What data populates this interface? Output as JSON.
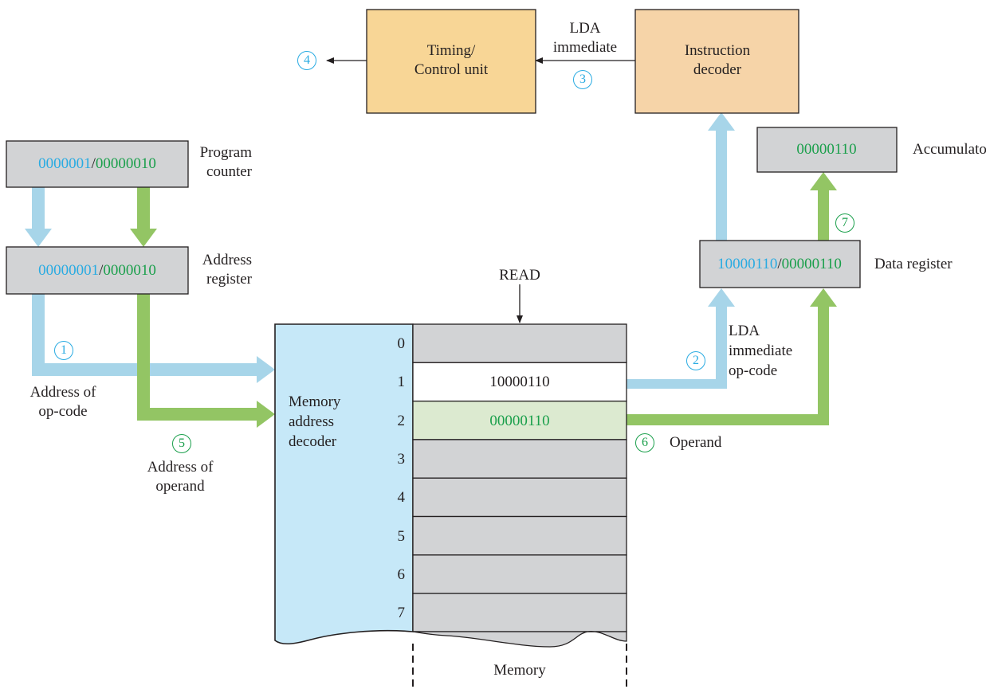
{
  "colors": {
    "blue_path": "#a7d5e9",
    "green_path": "#93c564",
    "blue_text": "#29abe2",
    "green_text": "#1a9f4b",
    "register_fill": "#d2d3d5",
    "timing_fill": "#f8d696",
    "decoder_fill": "#f6d4a8",
    "memory_decoder_fill": "#c6e8f8",
    "operand_cell_fill": "#dcead0"
  },
  "timing_unit": {
    "label": "Timing/\nControl unit"
  },
  "instruction_decoder": {
    "label": "Instruction\ndecoder"
  },
  "lda_immediate_top": "LDA\nimmediate",
  "program_counter": {
    "value_blue": "0000001",
    "separator": "/",
    "value_green": "00000010",
    "label": "Program\ncounter"
  },
  "address_register": {
    "value_blue": "00000001",
    "separator": "/",
    "value_green": "0000010",
    "label": "Address\nregister"
  },
  "accumulator": {
    "value": "00000110",
    "label": "Accumulator"
  },
  "data_register": {
    "value_blue": "10000110",
    "separator": "/",
    "value_green": "00000110",
    "label": "Data register"
  },
  "read_label": "READ",
  "memory_decoder_label": "Memory\naddress\ndecoder",
  "memory_label": "Memory",
  "memory_cells": [
    {
      "address": "0",
      "content": ""
    },
    {
      "address": "1",
      "content": "10000110"
    },
    {
      "address": "2",
      "content": "00000110"
    },
    {
      "address": "3",
      "content": ""
    },
    {
      "address": "4",
      "content": ""
    },
    {
      "address": "5",
      "content": ""
    },
    {
      "address": "6",
      "content": ""
    },
    {
      "address": "7",
      "content": ""
    }
  ],
  "address_of_opcode": "Address of\nop-code",
  "address_of_operand": "Address of\noperand",
  "lda_immediate_opcode": "LDA\nimmediate\nop-code",
  "operand_label": "Operand",
  "steps": [
    "1",
    "2",
    "3",
    "4",
    "5",
    "6",
    "7"
  ]
}
